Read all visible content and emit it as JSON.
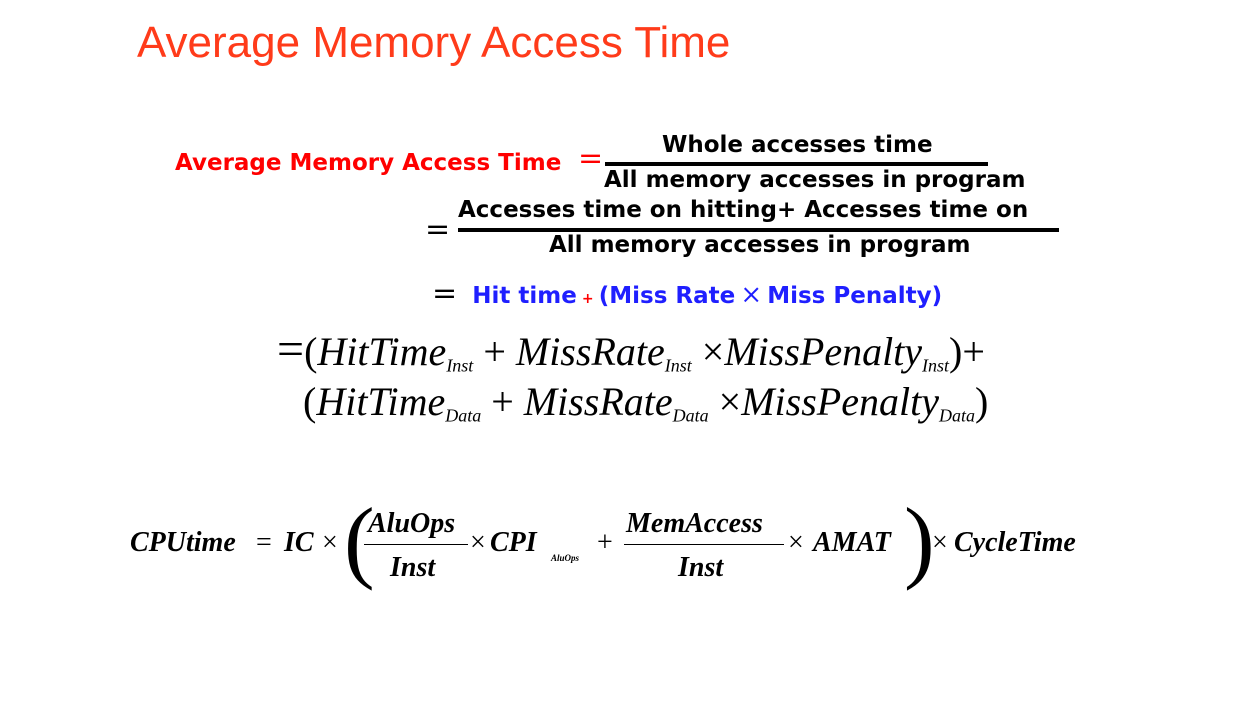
{
  "title": "Average Memory Access Time",
  "line1": {
    "lhs": "Average Memory Access Time",
    "eq": "=",
    "numerator": "Whole accesses time",
    "denominator": "All memory accesses in program"
  },
  "line2": {
    "eq": "=",
    "numerator": "Accesses time on hitting+ Accesses time on",
    "denominator": "All memory accesses in program"
  },
  "line3": {
    "eq": "=",
    "hit_time": "Hit time",
    "plus": "+",
    "open": "(",
    "miss_rate": "Miss Rate",
    "times": "×",
    "miss_penalty": "Miss Penalty",
    "close": ")"
  },
  "formula": {
    "eq": "=",
    "hit_time": "HitTime",
    "miss_rate": "MissRate",
    "miss_penalty": "MissPenalty",
    "plus": "+",
    "times": "×",
    "sub_inst": "Inst",
    "sub_data": "Data"
  },
  "cpu_formula": {
    "lhs": "CPUtime",
    "eq": "=",
    "ic": "IC",
    "times": "×",
    "plus": "+",
    "frac1_num": "AluOps",
    "frac1_den": "Inst",
    "cpi": "CPI",
    "cpi_sub": "AluOps",
    "frac2_num": "MemAccess",
    "frac2_den": "Inst",
    "amat": "AMAT",
    "cycle": "CycleTime"
  }
}
